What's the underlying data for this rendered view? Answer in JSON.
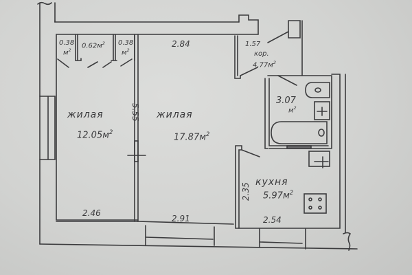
{
  "plan": {
    "rooms": [
      {
        "id": "living1",
        "name": "жилая",
        "area": "12.05",
        "unit": "м",
        "exp": "2"
      },
      {
        "id": "living2",
        "name": "жилая",
        "area": "17.87",
        "unit": "м",
        "exp": "2"
      },
      {
        "id": "corridor",
        "name": "кор.",
        "area": "4.77",
        "unit": "м",
        "exp": "2",
        "width": "1.57"
      },
      {
        "id": "bathroom",
        "name": "",
        "area": "3.07",
        "unit": "м",
        "exp": "2"
      },
      {
        "id": "kitchen",
        "name": "кухня",
        "area": "5.97",
        "unit": "м",
        "exp": "2"
      },
      {
        "id": "closet1",
        "area": "0.38",
        "unit": "м",
        "exp": "2"
      },
      {
        "id": "closet2",
        "area": "0.62",
        "unit": "м",
        "exp": "2"
      },
      {
        "id": "closet3",
        "area": "0.38",
        "unit": "м",
        "exp": "2"
      }
    ],
    "dimensions": {
      "living2_top": "2.84",
      "living2_depth": "5.55",
      "living1_bottom": "2.46",
      "living2_bottom": "2.91",
      "kitchen_bottom": "2.54",
      "kitchen_depth": "2.35"
    },
    "colors": {
      "paper": "#d3d4d2",
      "ink": "#3a3a3c"
    }
  }
}
